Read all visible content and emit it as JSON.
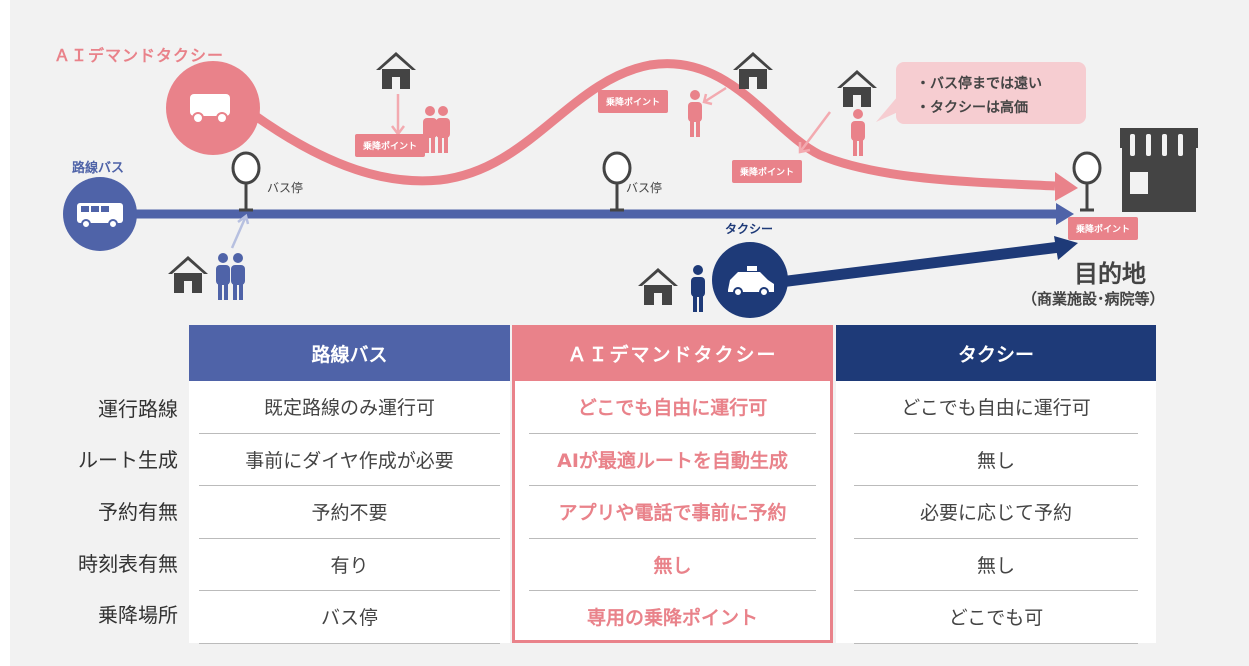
{
  "diagram": {
    "ai_title": "ＡＩデマンドタクシー",
    "bus_title": "路線バス",
    "taxi_title": "タクシー",
    "bus_stop_label": "バス停",
    "pickup_label": "乗降ポイント",
    "speech_bubble": [
      "・バス停までは遠い",
      "・タクシーは高価"
    ],
    "destination_title": "目的地",
    "destination_sub": "（商業施設･病院等）",
    "colors": {
      "ai": "#e9828a",
      "bus": "#4f63a8",
      "taxi": "#1e3a78",
      "icon": "#444444",
      "bubble": "#f6cdd1"
    }
  },
  "table": {
    "columns": [
      "路線バス",
      "ＡＩデマンドタクシー",
      "タクシー"
    ],
    "row_labels": [
      "運行路線",
      "ルート生成",
      "予約有無",
      "時刻表有無",
      "乗降場所"
    ],
    "bus": [
      "既定路線のみ運行可",
      "事前にダイヤ作成が必要",
      "予約不要",
      "有り",
      "バス停"
    ],
    "ai": [
      "どこでも自由に運行可",
      "AIが最適ルートを自動生成",
      "アプリや電話で事前に予約",
      "無し",
      "専用の乗降ポイント"
    ],
    "taxi": [
      "どこでも自由に運行可",
      "無し",
      "必要に応じて予約",
      "無し",
      "どこでも可"
    ]
  }
}
